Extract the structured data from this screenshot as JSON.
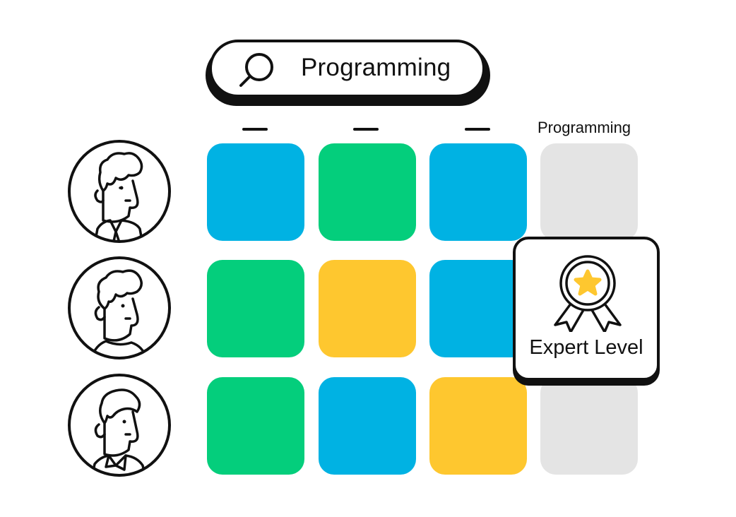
{
  "search": {
    "icon": "search-icon",
    "query": "Programming"
  },
  "columns": {
    "headers": [
      "—",
      "—",
      "—",
      "Programming"
    ]
  },
  "people": [
    {
      "icon": "person-with-tie-icon"
    },
    {
      "icon": "person-icon"
    },
    {
      "icon": "person-with-collar-icon"
    }
  ],
  "grid": {
    "colors": {
      "blue": "#00B2E3",
      "green": "#04CE7C",
      "yellow": "#FEC72F",
      "empty": "#E4E4E4"
    },
    "rows": [
      [
        "blue",
        "green",
        "blue",
        "empty"
      ],
      [
        "green",
        "yellow",
        "blue",
        "hidden"
      ],
      [
        "green",
        "blue",
        "yellow",
        "empty"
      ]
    ]
  },
  "badge": {
    "icon": "award-ribbon-star-icon",
    "label": "Expert Level",
    "star_color": "#FEC72F"
  }
}
